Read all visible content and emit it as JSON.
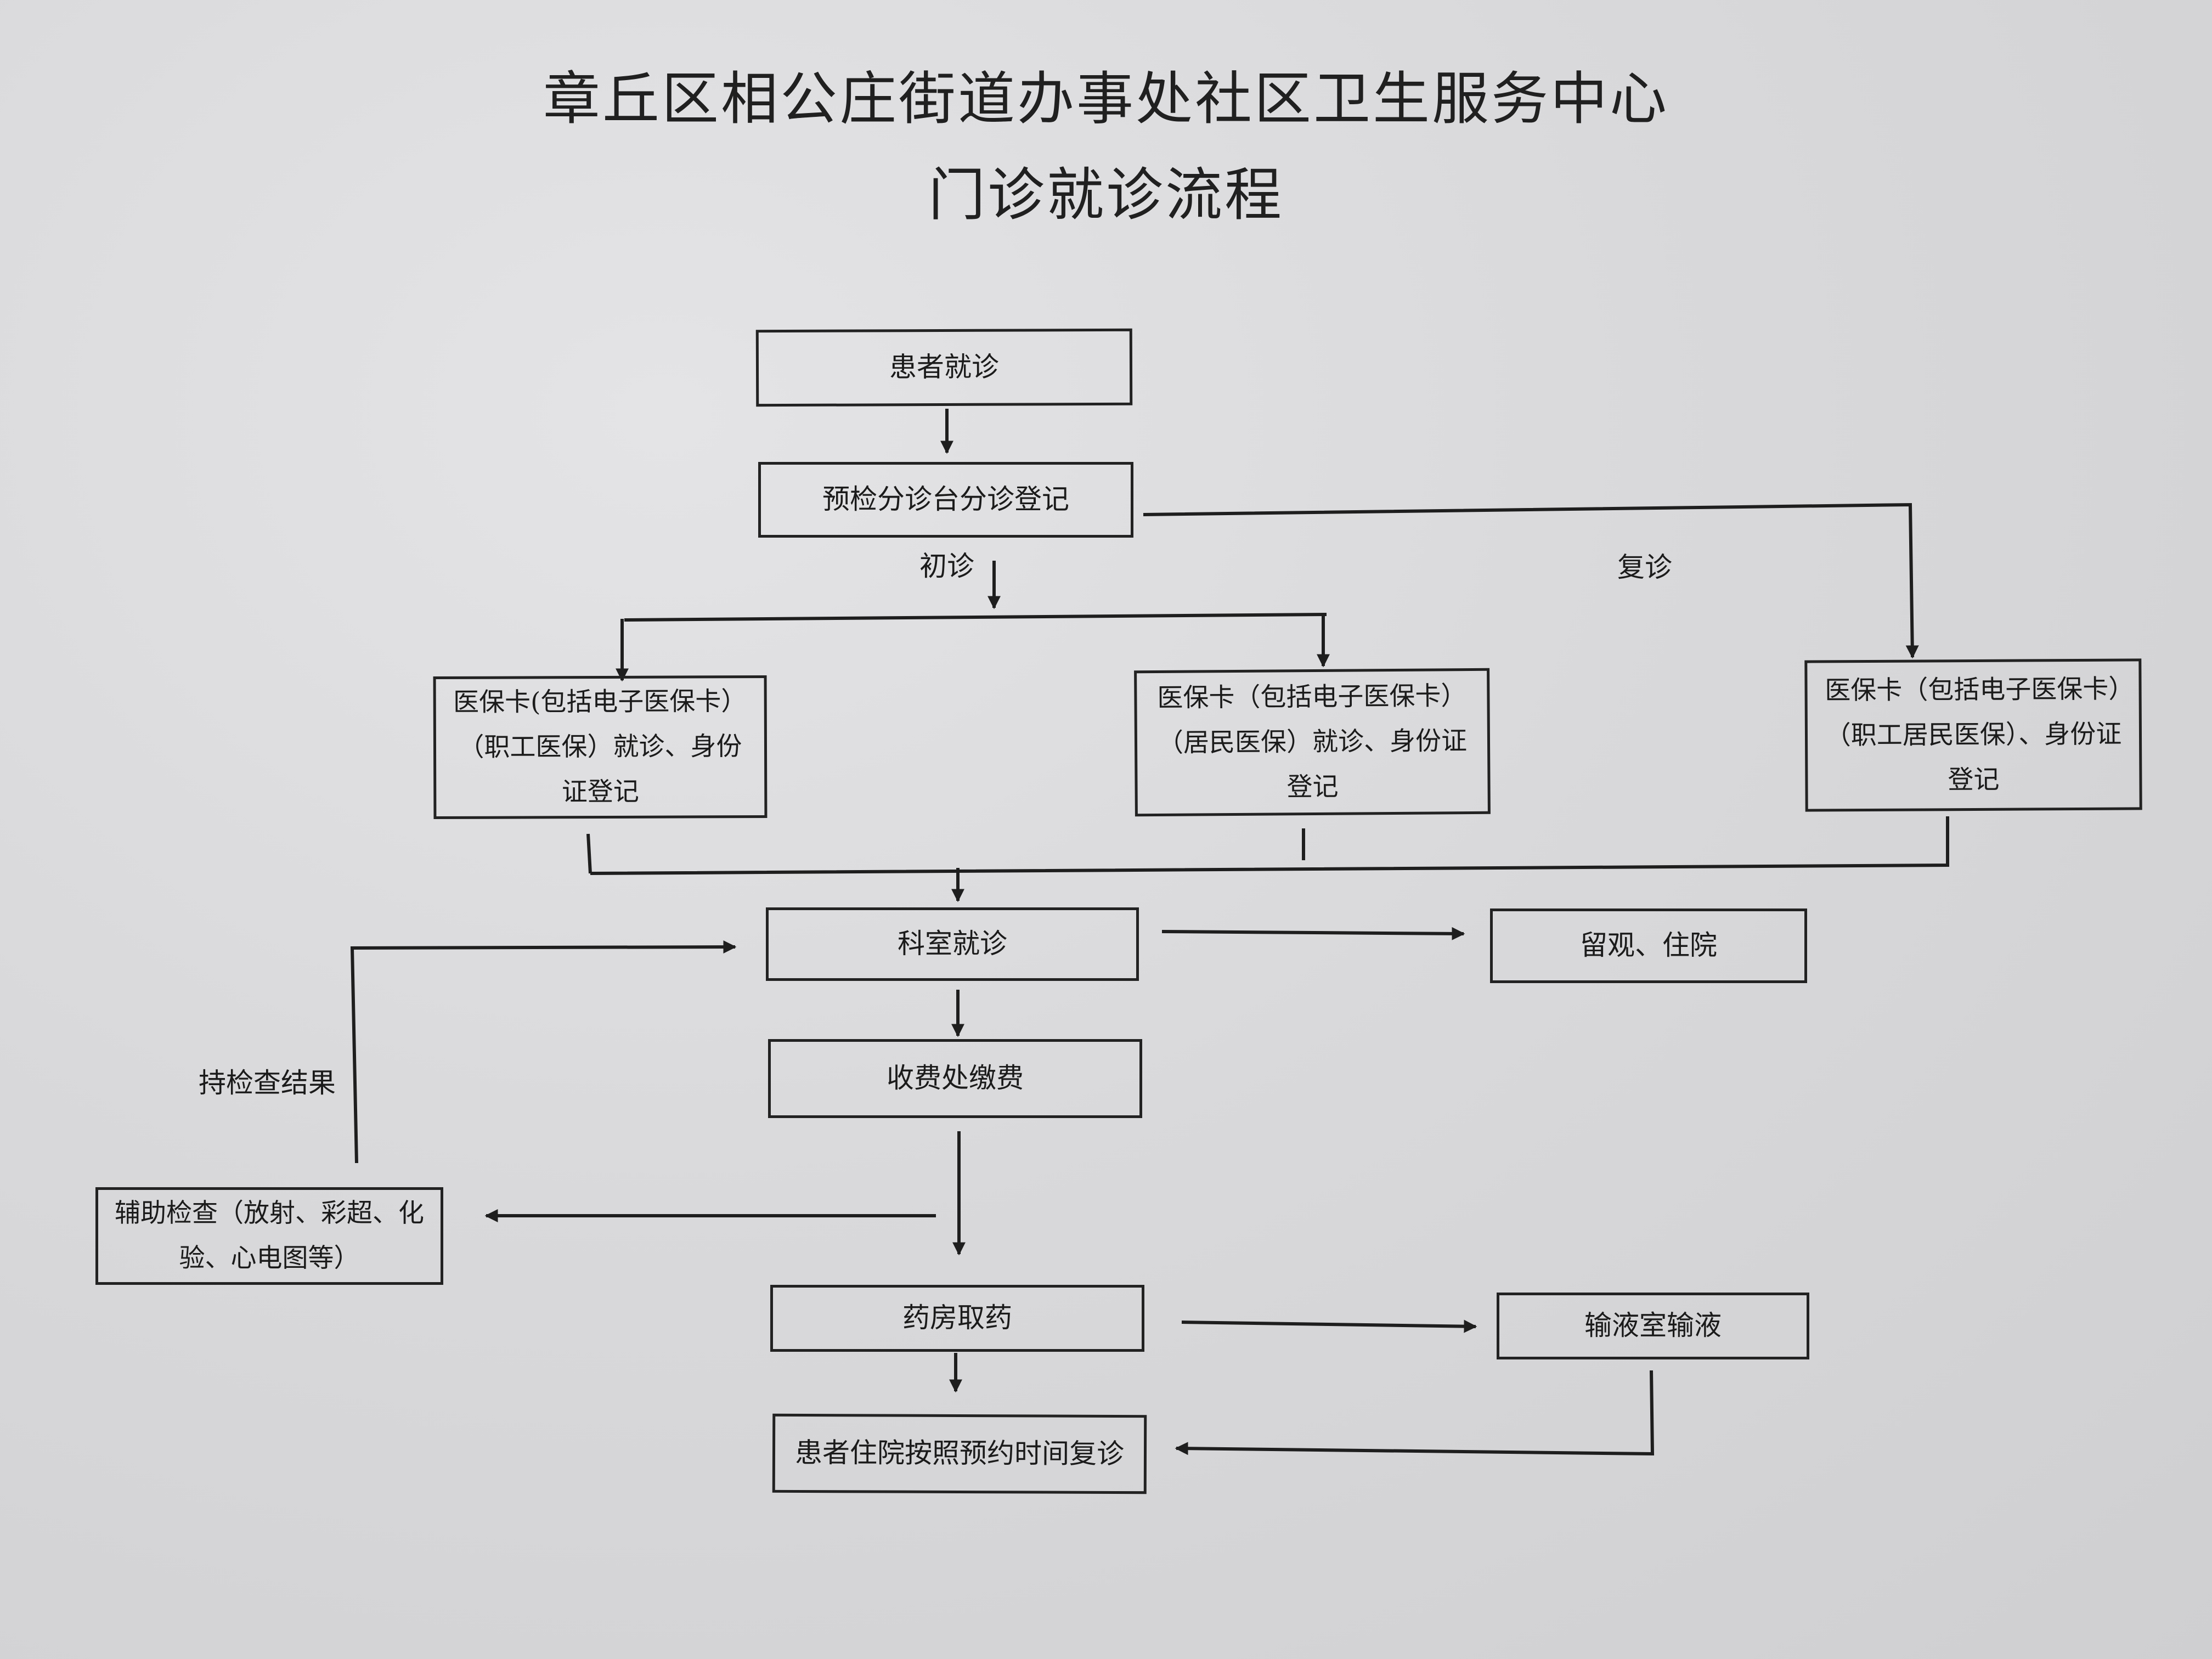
{
  "header": {
    "title": "章丘区相公庄街道办事处社区卫生服务中心",
    "subtitle": "门诊就诊流程"
  },
  "nodes": {
    "patient_visit": "患者就诊",
    "triage_registration": "预检分诊台分诊登记",
    "employee_insurance": "医保卡(包括电子医保卡）（职工医保）就诊、身份证登记",
    "resident_insurance": "医保卡（包括电子医保卡）（居民医保）就诊、身份证登记",
    "return_visit_insurance": "医保卡（包括电子医保卡）（职工居民医保）、身份证登记",
    "department_visit": "科室就诊",
    "observation_admission": "留观、住院",
    "payment": "收费处缴费",
    "auxiliary_exam": "辅助检查（放射、彩超、化验、心电图等）",
    "pharmacy": "药房取药",
    "infusion": "输液室输液",
    "follow_up": "患者住院按照预约时间复诊"
  },
  "edge_labels": {
    "first_visit": "初诊",
    "return_visit": "复诊",
    "with_results": "持检查结果"
  }
}
